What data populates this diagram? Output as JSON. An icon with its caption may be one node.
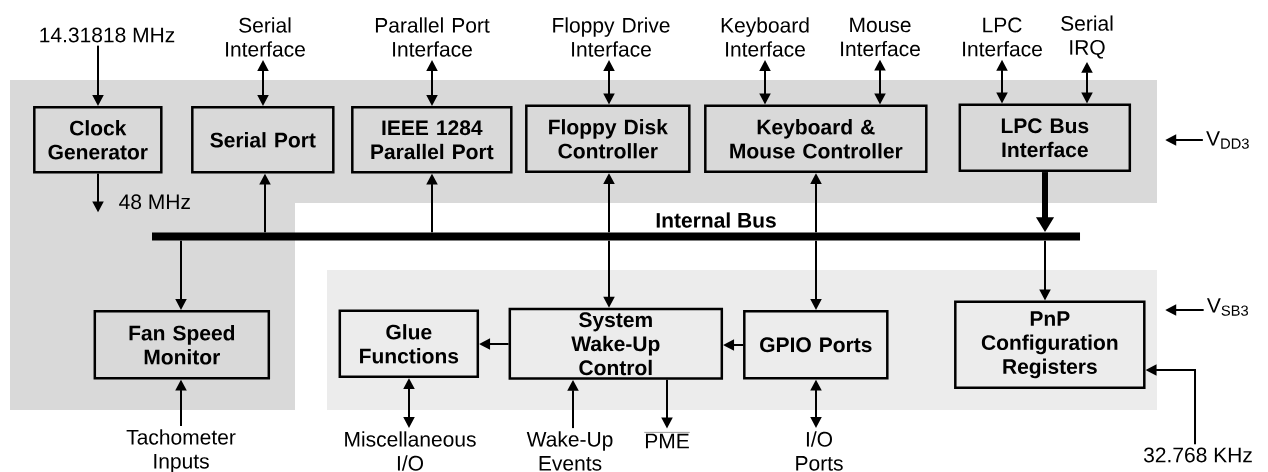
{
  "diagram": {
    "nodes": [
      {
        "text": [],
        "shape": "band"
      },
      {
        "text": [],
        "shape": "band"
      },
      {
        "text": [
          "14.31818 MHz"
        ]
      },
      {
        "text": [
          "Serial Interface"
        ]
      },
      {
        "text": [
          "Parallel Port Interface"
        ]
      },
      {
        "text": [
          "Floppy Drive Interface"
        ]
      },
      {
        "text": [
          "Keyboard Interface"
        ]
      },
      {
        "text": [
          "Mouse Interface"
        ]
      },
      {
        "text": [
          "LPC Interface"
        ]
      },
      {
        "text": [
          "Serial IRQ"
        ]
      },
      {
        "text": [
          "Clock Generator"
        ],
        "in": 0
      },
      {
        "text": [
          "Serial Port"
        ],
        "in": 0
      },
      {
        "text": [
          "IEEE 1284 Parallel Port"
        ],
        "in": 0
      },
      {
        "text": [
          "Floppy Disk Controller"
        ],
        "in": 0
      },
      {
        "text": [
          "Keyboard & Mouse Controller"
        ],
        "in": 0
      },
      {
        "text": [
          "LPC Bus Interface"
        ],
        "in": 0
      },
      {
        "text": [
          "V$_{DD3}$"
        ]
      },
      {
        "text": [
          "48 MHz"
        ],
        "in": 1
      },
      {
        "text": [
          "Internal Bus"
        ]
      },
      {
        "text": [],
        "shape": "band"
      },
      {
        "text": [
          "V$_{SB3}$"
        ]
      },
      {
        "text": [
          "Fan Speed Monitor"
        ],
        "in": 1
      },
      {
        "text": [
          "Glue Functions"
        ],
        "in": 19
      },
      {
        "text": [
          "System Wake-Up Control"
        ],
        "in": 19
      },
      {
        "text": [
          "GPIO Ports"
        ],
        "in": 19
      },
      {
        "text": [
          "PnP Configuration Registers"
        ],
        "in": 19
      },
      {
        "text": [
          "Tachometer Inputs"
        ]
      },
      {
        "text": [
          "Miscellaneous I/O"
        ]
      },
      {
        "text": [
          "Wake-Up Events"
        ]
      },
      {
        "text": [
          "PME"
        ]
      },
      {
        "text": [
          "I/O Ports"
        ]
      },
      {
        "text": [
          "32.768 KHz"
        ]
      }
    ],
    "edges": [
      {
        "from": 2,
        "to": 10,
        "arrow": "to"
      },
      {
        "from": 3,
        "to": 11,
        "arrow": "both"
      },
      {
        "from": 4,
        "to": 12,
        "arrow": "both"
      },
      {
        "from": 5,
        "to": 13,
        "arrow": "both"
      },
      {
        "from": 6,
        "to": 14,
        "arrow": "both"
      },
      {
        "from": 7,
        "to": 14,
        "arrow": "both"
      },
      {
        "from": 8,
        "to": 15,
        "arrow": "both"
      },
      {
        "from": 9,
        "to": 15,
        "arrow": "both"
      },
      {
        "from": 10,
        "to": 17,
        "arrow": "to"
      },
      {
        "from": 18,
        "to": 11,
        "arrow": "to"
      },
      {
        "from": 18,
        "to": 12,
        "arrow": "to"
      },
      {
        "from": 18,
        "to": 13,
        "arrow": "to"
      },
      {
        "from": 18,
        "to": 23,
        "arrow": "to"
      },
      {
        "from": 18,
        "to": 14,
        "arrow": "to"
      },
      {
        "from": 18,
        "to": 24,
        "arrow": "to"
      },
      {
        "from": 15,
        "to": 18,
        "arrow": "to",
        "style": "thick"
      },
      {
        "from": 18,
        "to": 25,
        "arrow": "to"
      },
      {
        "from": 18,
        "to": 21,
        "arrow": "to"
      },
      {
        "from": 16,
        "to": 0,
        "arrow": "to"
      },
      {
        "from": 20,
        "to": 19,
        "arrow": "to"
      },
      {
        "from": 31,
        "to": 25,
        "arrow": "to"
      },
      {
        "from": 23,
        "to": 22,
        "arrow": "to"
      },
      {
        "from": 24,
        "to": 23,
        "arrow": "to"
      },
      {
        "from": 26,
        "to": 21,
        "arrow": "to"
      },
      {
        "from": 22,
        "to": 27,
        "arrow": "both"
      },
      {
        "from": 28,
        "to": 23,
        "arrow": "to"
      },
      {
        "from": 23,
        "to": 29,
        "arrow": "to"
      },
      {
        "from": 24,
        "to": 30,
        "arrow": "both"
      }
    ]
  }
}
